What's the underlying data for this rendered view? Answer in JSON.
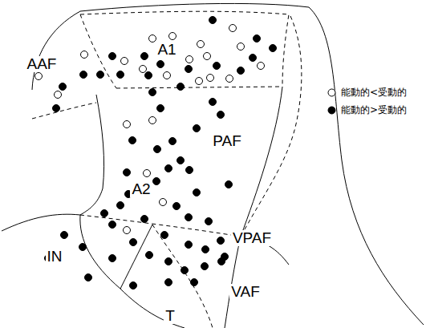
{
  "diagram": {
    "labels": [
      "AAF",
      "A1",
      "PAF",
      "A2",
      "VPAF",
      "IN",
      "T",
      "VAF"
    ],
    "legend": [
      {
        "text": "能動的<受動的"
      },
      {
        "text": "能動的>受動的"
      }
    ]
  }
}
